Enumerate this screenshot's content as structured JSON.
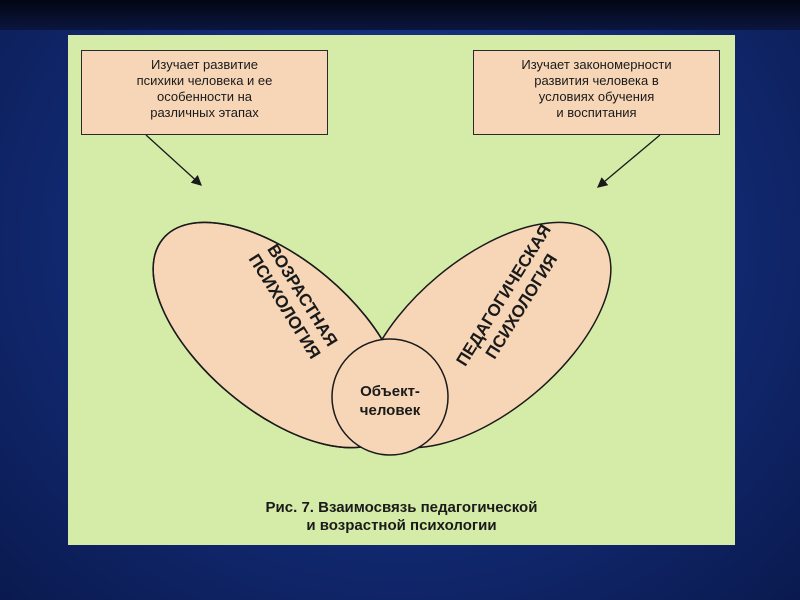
{
  "diagram": {
    "note_left": {
      "lines": [
        "Изучает развитие",
        "психики человека и ее",
        "особенности на",
        "различных этапах"
      ]
    },
    "note_right": {
      "lines": [
        "Изучает закономерности",
        "развития человека в",
        "условиях обучения",
        "и воспитания"
      ]
    },
    "ellipse_left": {
      "lines": [
        "ВОЗРАСТНАЯ",
        "ПСИХОЛОГИЯ"
      ]
    },
    "ellipse_right": {
      "lines": [
        "ПЕДАГОГИЧЕСКАЯ",
        "ПСИХОЛОГИЯ"
      ]
    },
    "center": {
      "lines": [
        "Объект-",
        "человек"
      ]
    },
    "caption": {
      "lines": [
        "Рис. 7. Взаимосвязь педагогической",
        "и возрастной психологии"
      ]
    }
  },
  "colors": {
    "panel": "#d4eca8",
    "shape_fill": "#f6d6b7",
    "stroke": "#1a1a1a",
    "background": "#142d7a"
  }
}
